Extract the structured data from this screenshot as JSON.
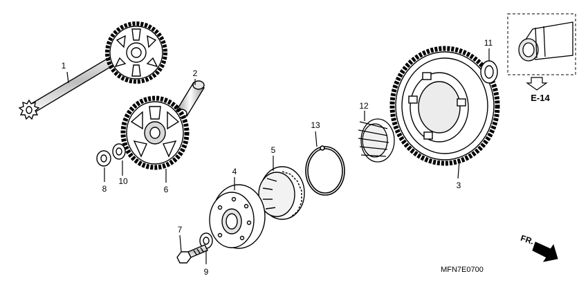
{
  "callouts": [
    {
      "id": "c1",
      "text": "1"
    },
    {
      "id": "c2",
      "text": "2"
    },
    {
      "id": "c3",
      "text": "3"
    },
    {
      "id": "c4",
      "text": "4"
    },
    {
      "id": "c5",
      "text": "5"
    },
    {
      "id": "c6",
      "text": "6"
    },
    {
      "id": "c7",
      "text": "7"
    },
    {
      "id": "c8",
      "text": "8"
    },
    {
      "id": "c9",
      "text": "9"
    },
    {
      "id": "c10",
      "text": "10"
    },
    {
      "id": "c11",
      "text": "11"
    },
    {
      "id": "c12",
      "text": "12"
    },
    {
      "id": "c13",
      "text": "13"
    }
  ],
  "reference": {
    "label": "E-14"
  },
  "direction": {
    "label": "FR."
  },
  "diagram_code": "MFN7E0700",
  "colors": {
    "ink": "#000000",
    "paper": "#ffffff"
  }
}
